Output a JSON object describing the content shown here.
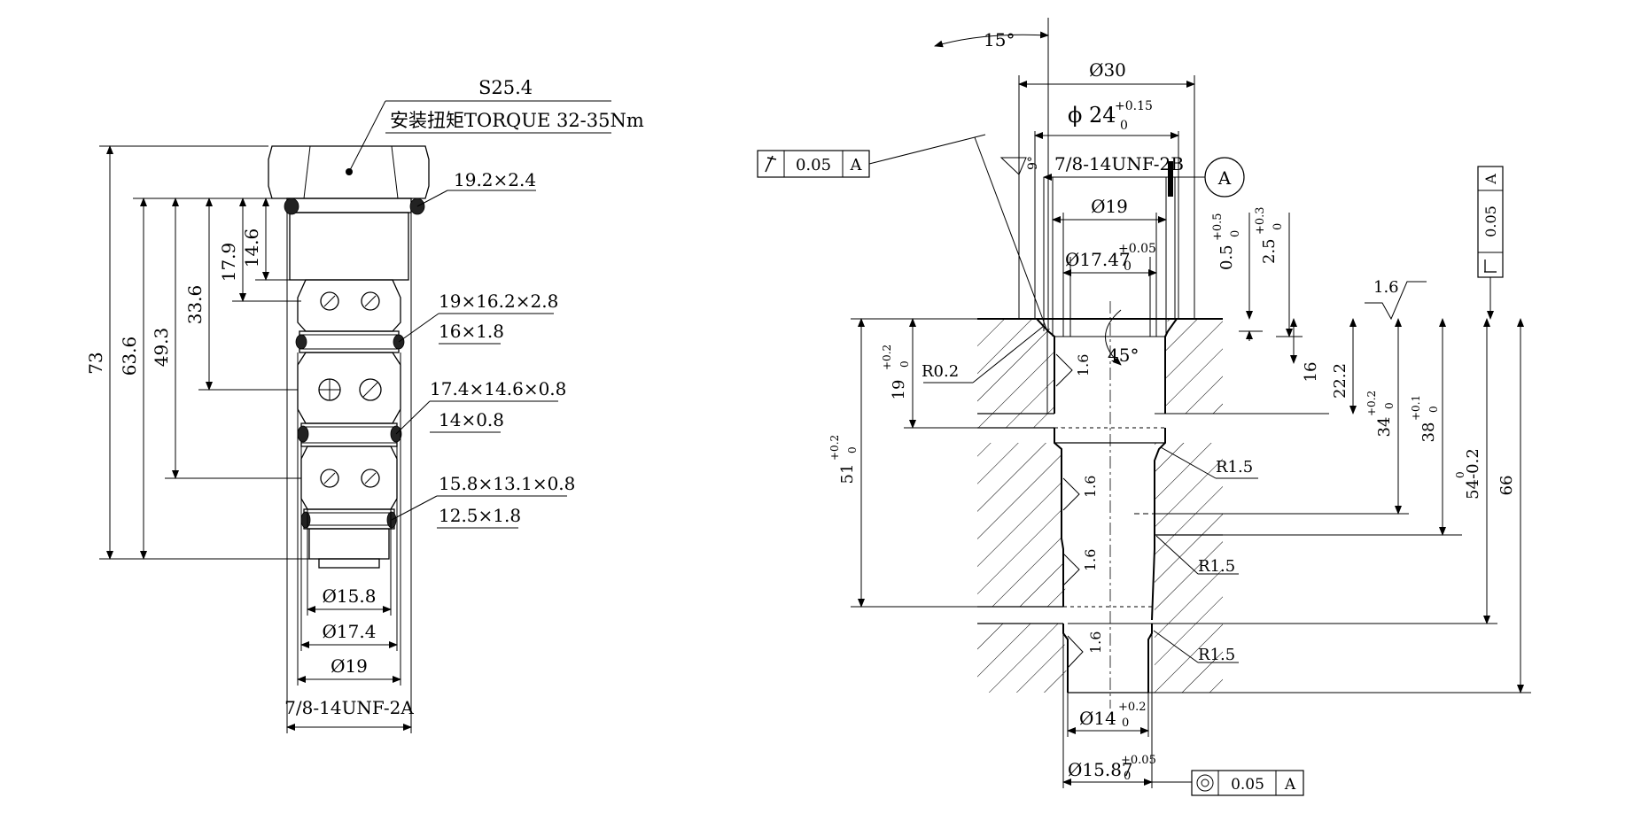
{
  "left": {
    "hex": "S25.4",
    "torque": "安装扭矩TORQUE 32-35Nm",
    "oring1": "19.2×2.4",
    "oring2": "19×16.2×2.8",
    "oring3": "16×1.8",
    "oring4": "17.4×14.6×0.8",
    "oring5": "14×0.8",
    "oring6": "15.8×13.1×0.8",
    "oring7": "12.5×1.8",
    "dim_73": "73",
    "dim_63_6": "63.6",
    "dim_49_3": "49.3",
    "dim_33_6": "33.6",
    "dim_17_9": "17.9",
    "dim_14_6": "14.6",
    "d15_8": "Ø15.8",
    "d17_4": "Ø17.4",
    "d19": "Ø19",
    "thread": "7/8-14UNF-2A"
  },
  "right": {
    "angle15": "15°",
    "d30": "Ø30",
    "d24": "ϕ 24",
    "d24_tol_up": "+0.15",
    "d24_tol_low": "0",
    "thread": "7/8-14UNF-2B",
    "datum": "A",
    "runout_tol": "0.05",
    "runout_ref": "A",
    "ang9": "9°",
    "d19": "Ø19",
    "d17_47": "Ø17.47",
    "d17_47_tol_up": "+0.05",
    "d17_47_tol_low": "0",
    "d0_5": "0.5",
    "d0_5_tol_up": "+0.5",
    "d0_5_tol_low": "0",
    "d2_5": "2.5",
    "d2_5_tol_up": "+0.3",
    "d2_5_tol_low": "0",
    "perp_tol": "0.05",
    "perp_ref": "A",
    "rough_top": "1.6",
    "r0_2": "R0.2",
    "d19v": "19",
    "d19v_tol_up": "+0.2",
    "d19v_tol_low": "0",
    "ang45": "45°",
    "d16": "16",
    "d22_2": "22.2",
    "d34": "34",
    "d34_tol_up": "+0.2",
    "d34_tol_low": "0",
    "d38": "38",
    "d38_tol_up": "+0.1",
    "d38_tol_low": "0",
    "d54": "54-0.2",
    "d54_tol_up": "0",
    "d66": "66",
    "d51": "51",
    "d51_tol_up": "+0.2",
    "d51_tol_low": "0",
    "r1_5a": "R1.5",
    "r1_5b": "R1.5",
    "r1_5c": "R1.5",
    "rough1": "1.6",
    "rough2": "1.6",
    "rough3": "1.6",
    "rough4": "1.6",
    "d14": "Ø14",
    "d14_tol_up": "+0.2",
    "d14_tol_low": "0",
    "d15_87": "Ø15.87",
    "d15_87_tol_up": "+0.05",
    "d15_87_tol_low": "0",
    "conc_tol": "0.05",
    "conc_ref": "A"
  }
}
